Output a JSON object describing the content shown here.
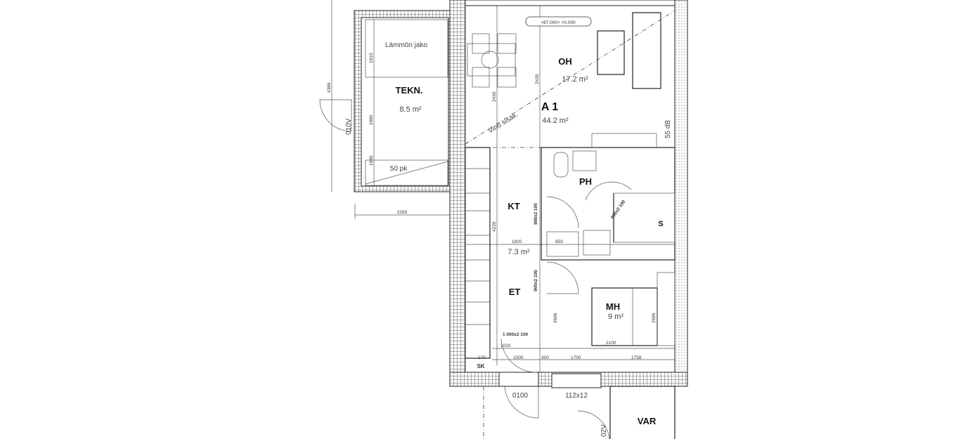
{
  "plan": {
    "level_tag": "+87.000+ +0.000",
    "apartment": {
      "name": "A 1",
      "area": "44.2 m²"
    },
    "rooms": [
      {
        "code": "OH",
        "area": "17.2 m²"
      },
      {
        "code": "TEKN.",
        "area": "8.5 m²",
        "note": "Lämmön jako"
      },
      {
        "code": "KT",
        "area": "7.3 m²"
      },
      {
        "code": "PH"
      },
      {
        "code": "ET"
      },
      {
        "code": "MH",
        "area": "9 m²"
      },
      {
        "code": "VAR"
      },
      {
        "code": "S"
      },
      {
        "code": "SK"
      }
    ],
    "annotations": {
      "slope": "Vino sisak.",
      "sound": "55 dB",
      "cabinet": "50 pk"
    },
    "doors": {
      "left": "010V",
      "entry": "0100",
      "var": "02V",
      "window": "112x12"
    },
    "dimensions": {
      "tekn_width": "2293",
      "tekn_h1": "1910",
      "tekn_h2": "1980",
      "tekn_h3": "1980",
      "outer_left": "4386",
      "oh_h1": "2430",
      "oh_h2": "2430",
      "kt_h": "4220",
      "kt_w": "1820",
      "ph_w": "650",
      "mh_h1": "2699",
      "mh_h2": "2699",
      "bed_w": "2100",
      "door_et": "1 000x2 100",
      "door_kt": "900x2 100",
      "door_et2": "900x2 100",
      "door_ph": "800x2 100",
      "b1": "170",
      "b2": "1000",
      "b3": "300",
      "b4": "1700",
      "b5": "1758",
      "b6": "1020"
    }
  }
}
